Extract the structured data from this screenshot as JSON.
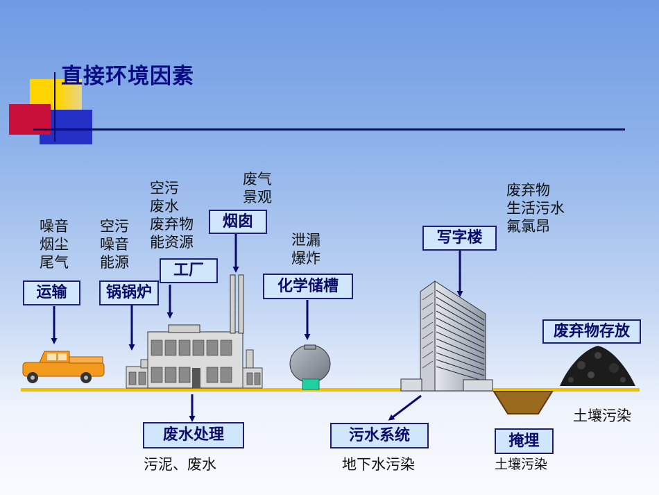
{
  "title": "直接环境因素",
  "sources": [
    {
      "id": "transport",
      "label": "运输",
      "notes": [
        "噪音",
        "烟尘",
        "尾气"
      ]
    },
    {
      "id": "boiler",
      "label": "锅锅炉",
      "notes": [
        "空污",
        "噪音",
        "能源"
      ]
    },
    {
      "id": "factory",
      "label": "工厂",
      "notes": [
        "空污",
        "废水",
        "废弃物",
        "能资源"
      ]
    },
    {
      "id": "chimney",
      "label": "烟囱",
      "notes": [
        "废气",
        "景观"
      ]
    },
    {
      "id": "tank",
      "label": "化学储槽",
      "notes": [
        "泄漏",
        "爆炸"
      ]
    },
    {
      "id": "office",
      "label": "写字楼",
      "notes": [
        "废弃物",
        "生活污水",
        "氟氯昂"
      ]
    },
    {
      "id": "waste_storage",
      "label": "废弃物存放",
      "notes": [
        "土壤污染"
      ]
    }
  ],
  "outputs": [
    {
      "id": "wastewater",
      "label": "废水处理",
      "notes": [
        "污泥、废水"
      ]
    },
    {
      "id": "sewage",
      "label": "污水系统",
      "notes": [
        "地下水污染"
      ]
    },
    {
      "id": "landfill",
      "label": "掩埋",
      "notes": [
        "土壤污染"
      ]
    }
  ],
  "colors": {
    "title": "#0b0b86",
    "box_fill": "#cfe6fb",
    "box_border": "#1e1e7a",
    "arrow": "#0a0a6e",
    "ground": "#f2c200"
  }
}
